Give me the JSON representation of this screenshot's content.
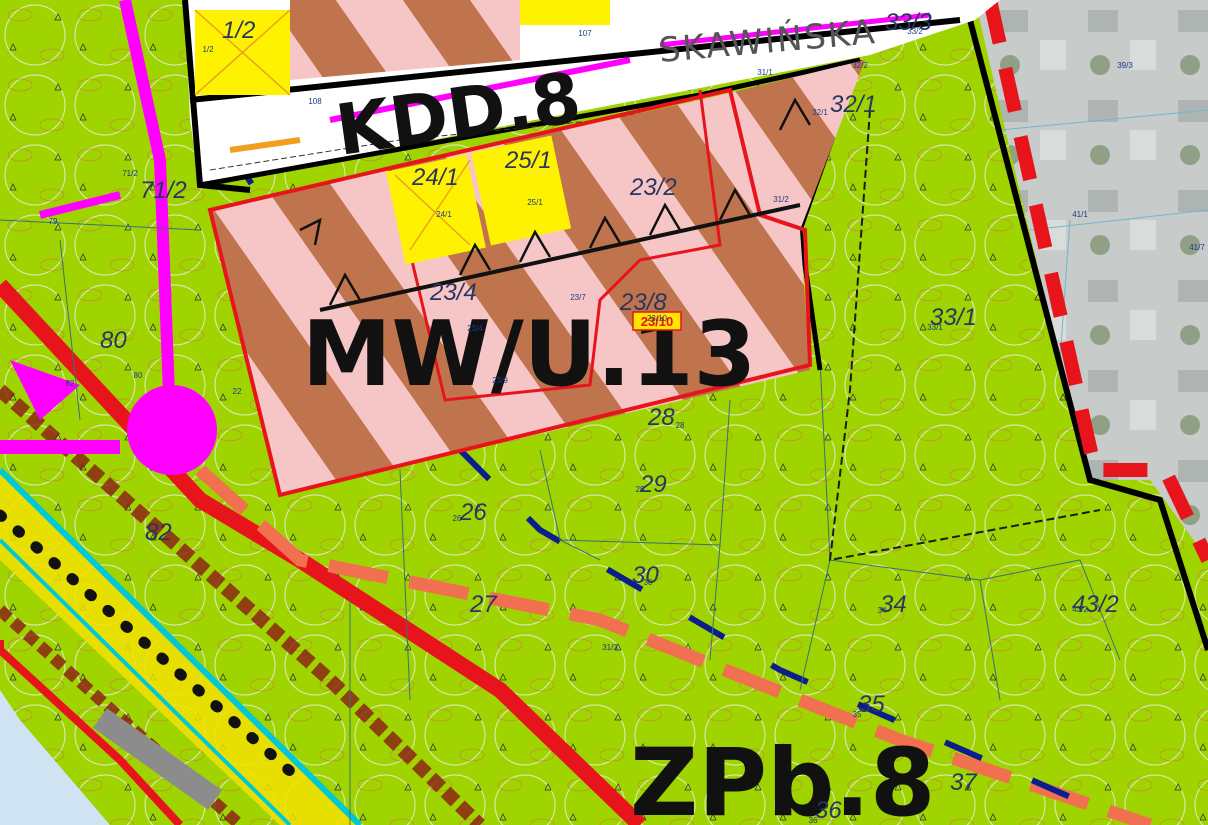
{
  "colors": {
    "greenery": "#9fd400",
    "residential_pink": "#f6c6c6",
    "stripe_brown": "#c0744d",
    "road_white": "#ffffff",
    "road_edge_black": "#000000",
    "red_boundary": "#e8141b",
    "magenta_utility": "#ff00ff",
    "salmon_route": "#f07050",
    "navy_dash": "#0a1f8c",
    "cyan_line": "#00c8d6",
    "yellow_parcel": "#fff200",
    "aerial_grey": "#c7cbc9",
    "water_blue": "#cfe3f2",
    "highlight_label_bg": "#ffe600"
  },
  "zones": {
    "road": "KDD.8",
    "residential": "MW/U.13",
    "green": "ZPb.8"
  },
  "street_name": "SKAWIŃSKA",
  "highlight_parcel": "23/10",
  "parcels_large": [
    "1/2",
    "71/2",
    "80",
    "82",
    "23/2",
    "24/1",
    "25/1",
    "23/4",
    "23/8",
    "28",
    "29",
    "26",
    "30",
    "27",
    "34",
    "43/2",
    "35",
    "37",
    "36",
    "33/1",
    "32/1",
    "33/3"
  ],
  "parcels_small": [
    "1/2",
    "107",
    "108",
    "71/2",
    "79",
    "24/1",
    "25/1",
    "23/7",
    "23/4",
    "23/9",
    "23/10",
    "28",
    "29",
    "26",
    "30",
    "31/3",
    "34",
    "43/2",
    "35",
    "36",
    "22",
    "80",
    "82",
    "31/1",
    "32/1",
    "31/2",
    "32/2",
    "33/2",
    "33/1",
    "39/3",
    "41/1",
    "41/7"
  ]
}
